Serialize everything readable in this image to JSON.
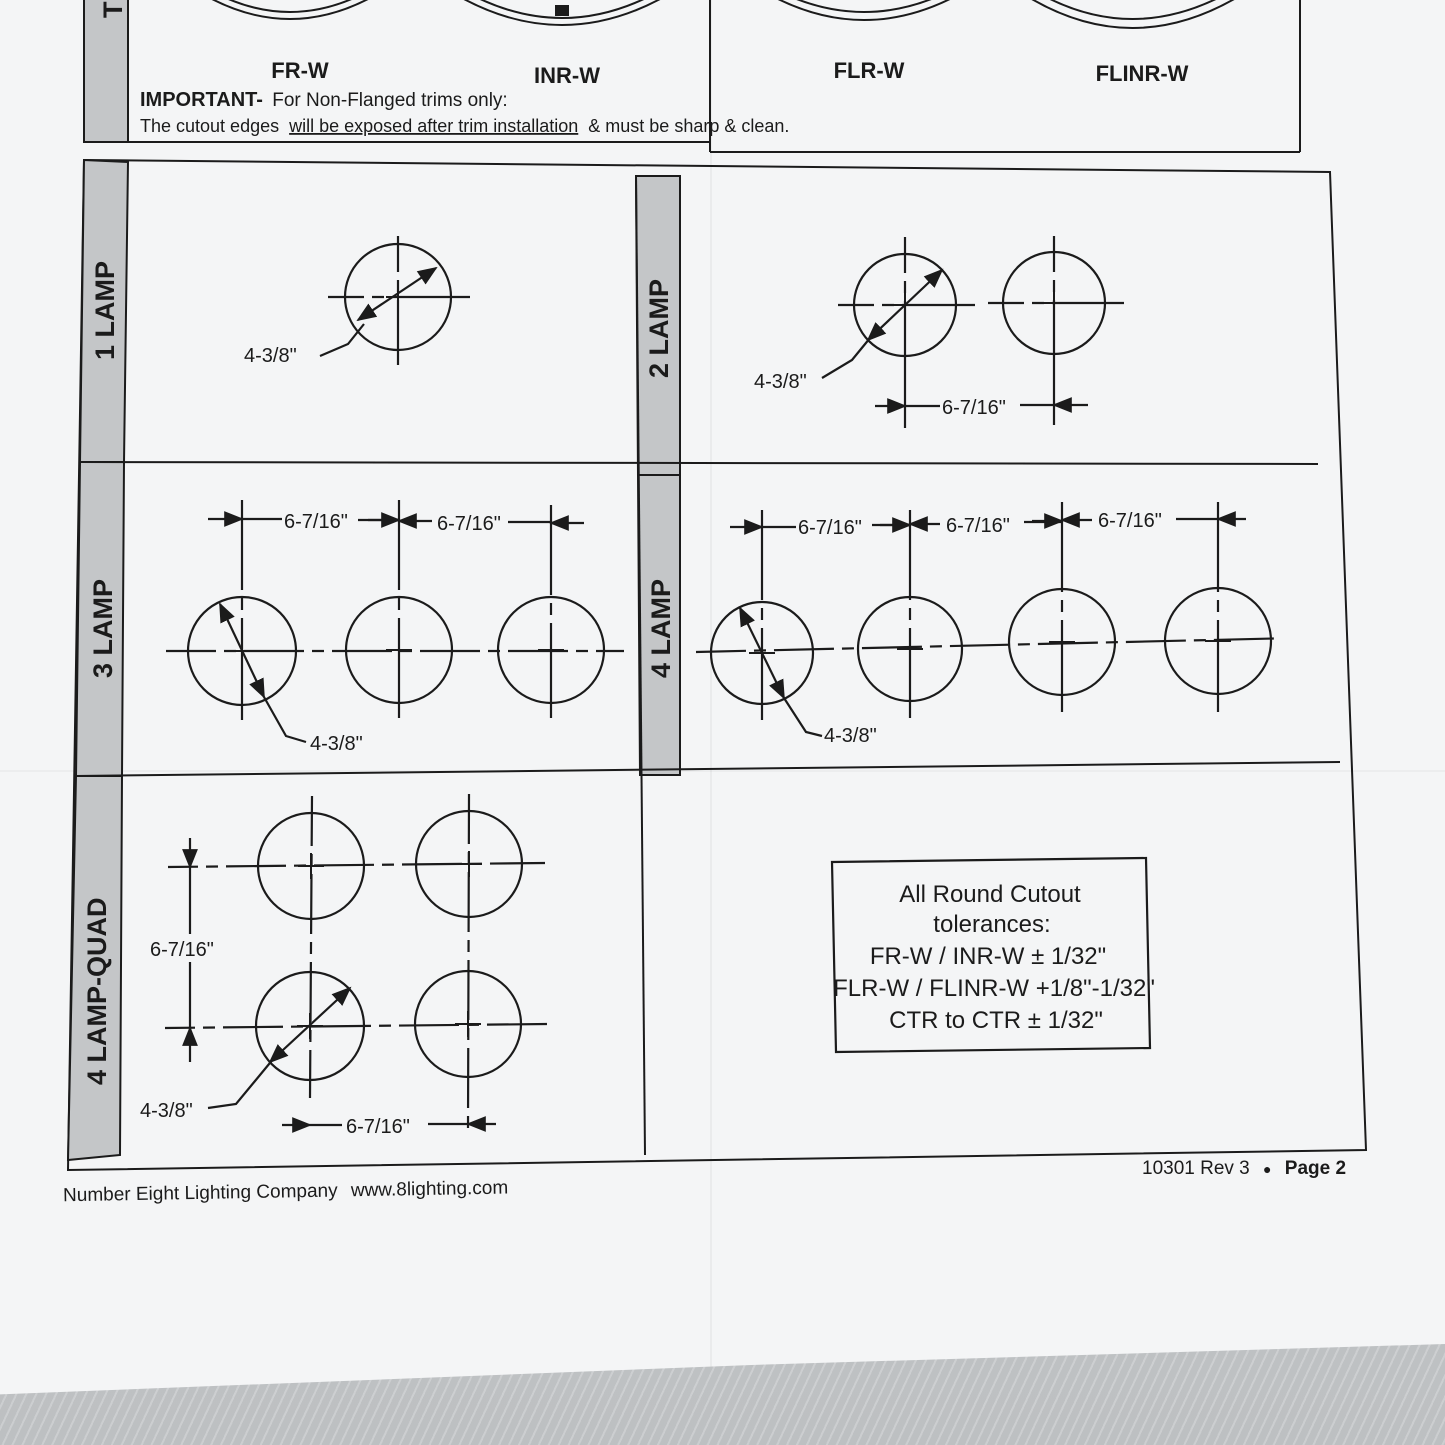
{
  "trims": {
    "fr": "FR-W",
    "inr": "INR-W",
    "flr": "FLR-W",
    "flinr": "FLINR-W"
  },
  "important": {
    "label": "IMPORTANT-",
    "line1": "For Non-Flanged trims only:",
    "line2_pre": "The cutout edges",
    "line2_underlined": "will be exposed after trim installation",
    "line2_post": "& must be sharp & clean."
  },
  "top_tab_fragment": "T",
  "sections": {
    "one_lamp": "1 LAMP",
    "two_lamp": "2 LAMP",
    "three_lamp": "3 LAMP",
    "four_lamp": "4 LAMP",
    "quad": "4 LAMP-QUAD"
  },
  "dims": {
    "diameter": "4-3/8\"",
    "spacing": "6-7/16\""
  },
  "tolerances": {
    "line1": "All Round Cutout",
    "line2": "tolerances:",
    "line3": "FR-W / INR-W  ± 1/32\"",
    "line4": "FLR-W / FLINR-W +1/8\"-1/32\"",
    "line5": "CTR to CTR ± 1/32\""
  },
  "footer": {
    "company": "Number Eight Lighting Company",
    "url": "www.8lighting.com",
    "doc": "10301 Rev 3",
    "bullet": "●",
    "page": "Page 2"
  },
  "colors": {
    "ink": "#1b1b1b",
    "tab": "#c4c6c8",
    "paper": "#f4f5f6"
  }
}
